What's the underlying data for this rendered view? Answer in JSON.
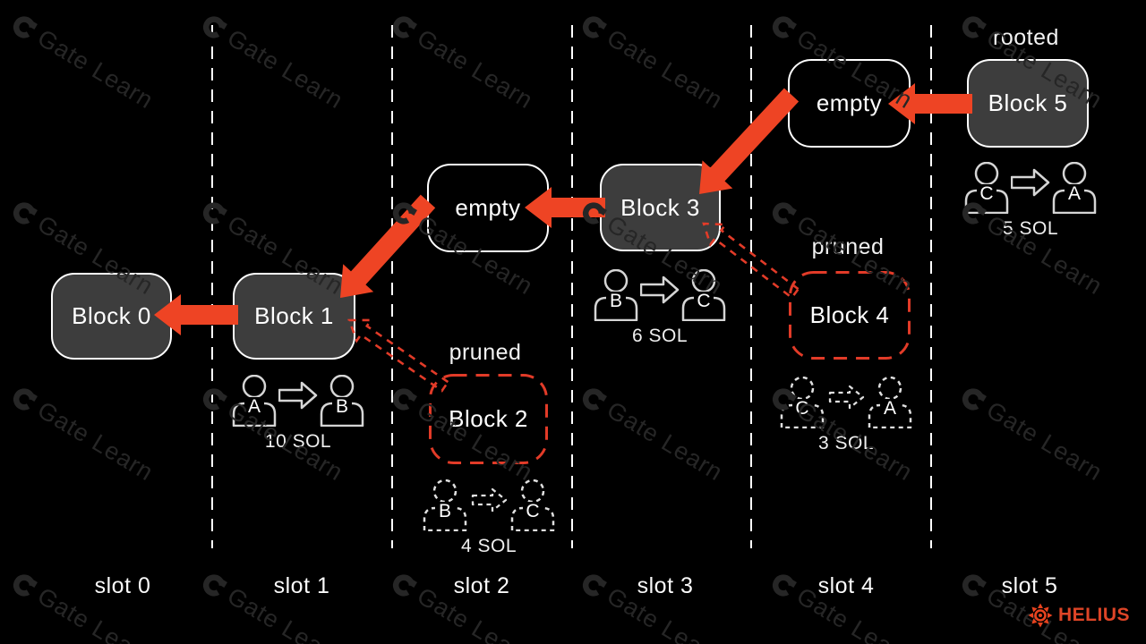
{
  "watermark": {
    "text": "Gate Learn"
  },
  "brand": {
    "name": "HELIUS"
  },
  "colors": {
    "background": "#000000",
    "block_fill": "#3d3d3d",
    "block_border": "#ffffff",
    "arrow_red": "#ee4424",
    "pruned_red": "#e23b28",
    "watermark_gray": "#262626",
    "helius_orange": "#de4527"
  },
  "slots": {
    "labels": [
      "slot 0",
      "slot 1",
      "slot 2",
      "slot 3",
      "slot 4",
      "slot 5"
    ]
  },
  "annotations": {
    "rooted": "rooted",
    "pruned": "pruned"
  },
  "blocks": [
    {
      "label": "Block 0",
      "slot": 0,
      "state": "on-chain"
    },
    {
      "label": "Block 1",
      "slot": 1,
      "state": "on-chain"
    },
    {
      "label": "empty",
      "slot": 2,
      "state": "empty"
    },
    {
      "label": "Block 3",
      "slot": 3,
      "state": "on-chain"
    },
    {
      "label": "empty",
      "slot": 4,
      "state": "empty"
    },
    {
      "label": "Block 5",
      "slot": 5,
      "state": "rooted"
    },
    {
      "label": "Block 2",
      "slot": 2,
      "state": "pruned"
    },
    {
      "label": "Block 4",
      "slot": 4,
      "state": "pruned"
    }
  ],
  "transactions": [
    {
      "from": "A",
      "to": "B",
      "amount": "10 SOL",
      "pruned": false,
      "slot": 1
    },
    {
      "from": "B",
      "to": "C",
      "amount": "4 SOL",
      "pruned": true,
      "slot": 2
    },
    {
      "from": "B",
      "to": "C",
      "amount": "6 SOL",
      "pruned": false,
      "slot": 3
    },
    {
      "from": "C",
      "to": "A",
      "amount": "3 SOL",
      "pruned": true,
      "slot": 4
    },
    {
      "from": "C",
      "to": "A",
      "amount": "5 SOL",
      "pruned": false,
      "slot": 5
    }
  ]
}
